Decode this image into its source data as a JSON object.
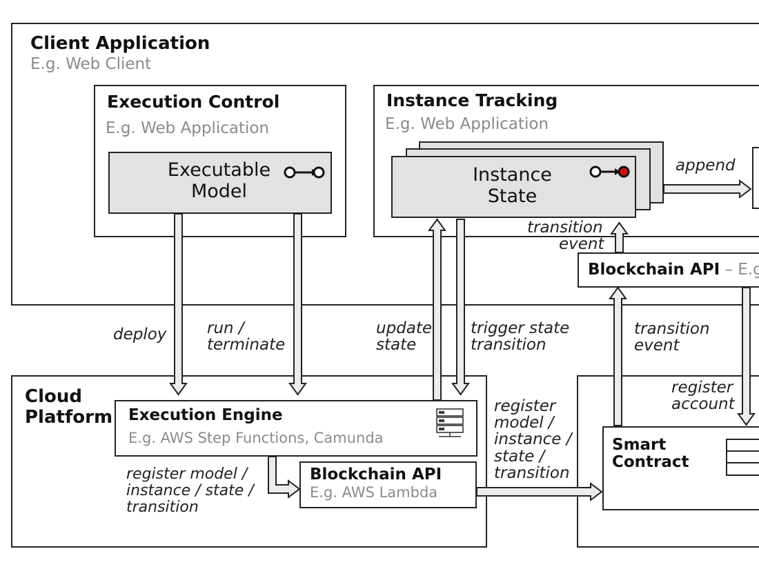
{
  "client_app": {
    "title": "Client Application",
    "subtitle": "E.g. Web Client"
  },
  "execution_control": {
    "title": "Execution Control",
    "subtitle": "E.g. Web Application"
  },
  "executable_model": {
    "line1": "Executable",
    "line2": "Model"
  },
  "instance_tracking": {
    "title": "Instance Tracking",
    "subtitle": "E.g. Web Application"
  },
  "instance_state": {
    "line1": "Instance",
    "line2": "State"
  },
  "blockchain_api_top": {
    "title": "Blockchain API",
    "suffix": "– E.g"
  },
  "cloud_platform": {
    "line1": "Cloud",
    "line2": "Platform"
  },
  "execution_engine": {
    "title": "Execution Engine",
    "subtitle": "E.g. AWS Step Functions, Camunda"
  },
  "blockchain_api_bottom": {
    "title": "Blockchain API",
    "subtitle": "E.g. AWS Lambda"
  },
  "smart_contract": {
    "line1": "Smart",
    "line2": "Contract"
  },
  "labels": {
    "append": "append",
    "transition_event_top_1": "transition",
    "transition_event_top_2": "event",
    "deploy": "deploy",
    "run_1": "run /",
    "run_2": "terminate",
    "update_1": "update",
    "update_2": "state",
    "trigger_1": "trigger state",
    "trigger_2": "transition",
    "transition_event_mid_1": "transition",
    "transition_event_mid_2": "event",
    "register_account_1": "register",
    "register_account_2": "account",
    "register_right_1": "register",
    "register_right_2": "model /",
    "register_right_3": "instance /",
    "register_right_4": "state /",
    "register_right_5": "transition",
    "register_left_1": "register model /",
    "register_left_2": "instance / state /",
    "register_left_3": "transition"
  },
  "colors": {
    "box_fill": "#e2e2e2",
    "arrow_fill": "#ececec",
    "stroke": "#222222",
    "token_active": "#d01010",
    "subtitle": "#8a8a8a"
  }
}
